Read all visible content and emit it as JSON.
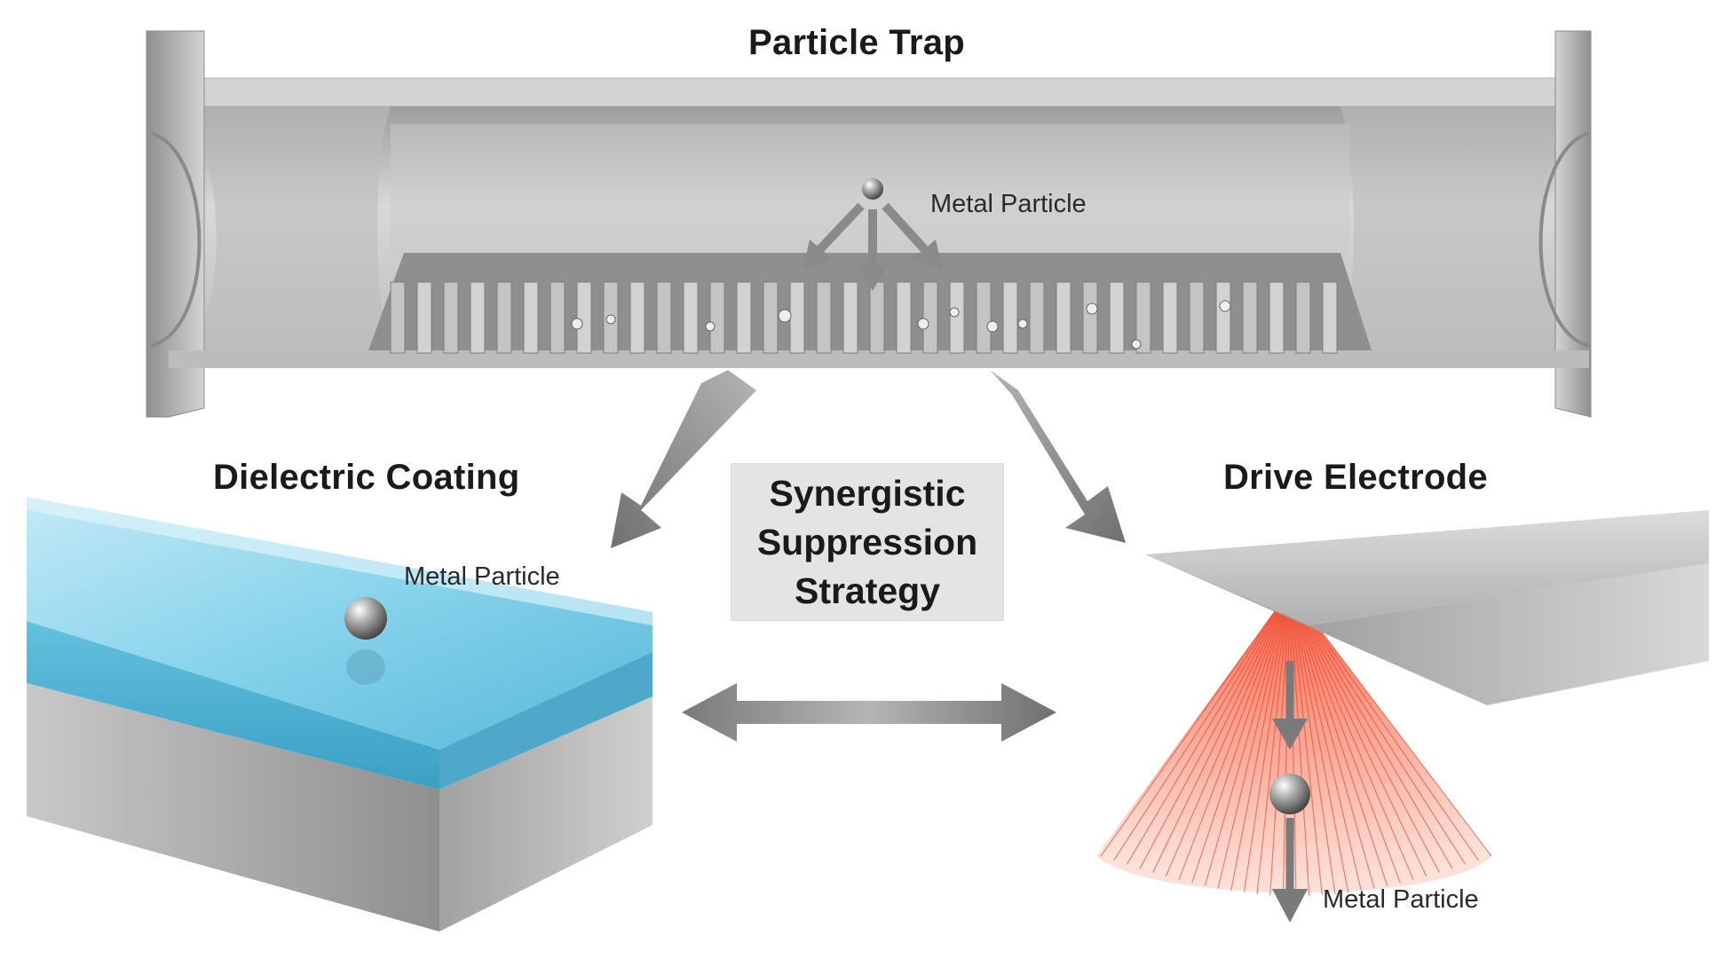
{
  "trap": {
    "title": "Particle Trap",
    "particle_label": "Metal Particle"
  },
  "coating": {
    "title": "Dielectric Coating",
    "particle_label": "Metal Particle"
  },
  "electrode": {
    "title": "Drive Electrode",
    "particle_label": "Metal Particle"
  },
  "center": {
    "lines": [
      "Synergistic",
      "Suppression",
      "Strategy"
    ]
  },
  "colors": {
    "coating": "#6fc6e3",
    "metal": "#b8b8b8",
    "field": "#f26a4b",
    "arrow": "#8c8c8c"
  }
}
